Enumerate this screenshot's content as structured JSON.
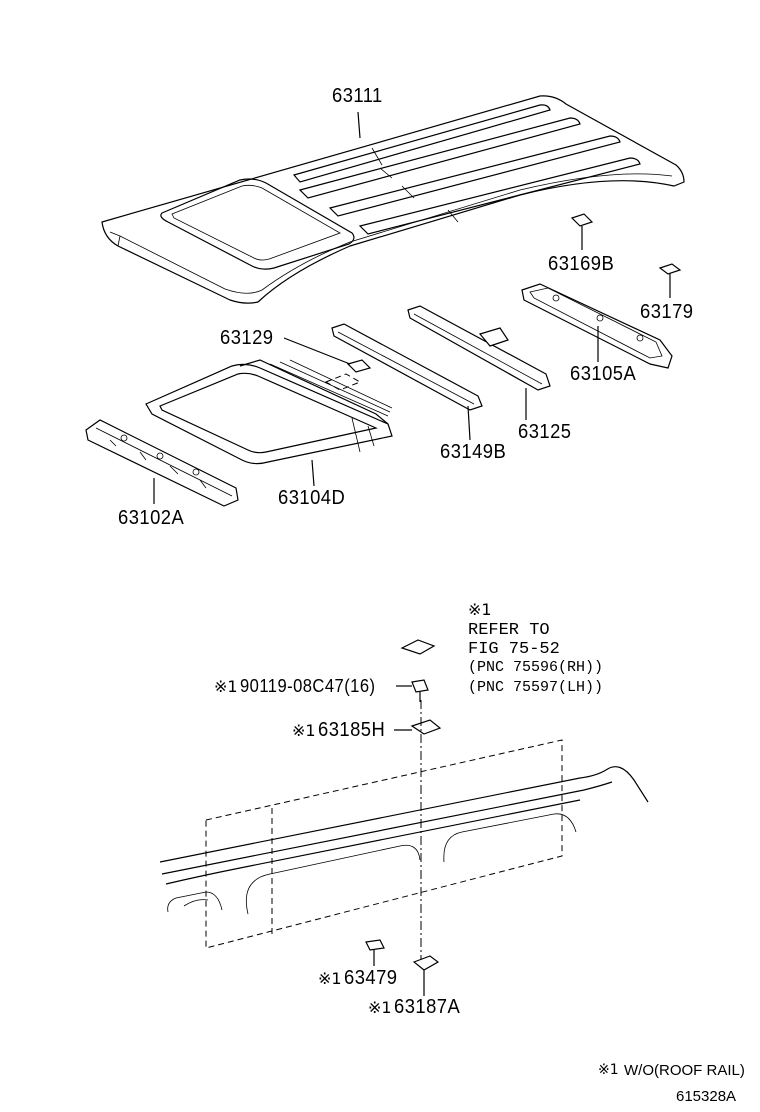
{
  "parts": {
    "roof_panel": "63111",
    "roof_silencer_pad": "63169B",
    "roof_pad_rear": "63179",
    "roof_rear_panel_reinforcement": "63105A",
    "sunroof_reinforcement_pad": "63129",
    "roof_panel_reinforcement_center": "63125",
    "roof_panel_reinforcement_front_center": "63149B",
    "sunroof_reinforcement": "63104D",
    "front_header_panel": "63102A"
  },
  "lower": {
    "refer_mark": "※1",
    "refer_line1": "REFER TO",
    "refer_line2": "FIG 75-52",
    "refer_line3": "(PNC 75596(RH))",
    "refer_line4": "(PNC 75597(LH))",
    "bolt_mark": "※1",
    "bolt_label": "90119-08C47(16)",
    "clip_mark": "※1",
    "clip_label": "63185H",
    "stud_mark": "※1",
    "stud_label": "63479",
    "bracket_mark": "※1",
    "bracket_label": "63187A"
  },
  "footer": {
    "note_mark": "※1",
    "note_text": "W/O(ROOF RAIL)",
    "drawing_code": "615328A"
  }
}
